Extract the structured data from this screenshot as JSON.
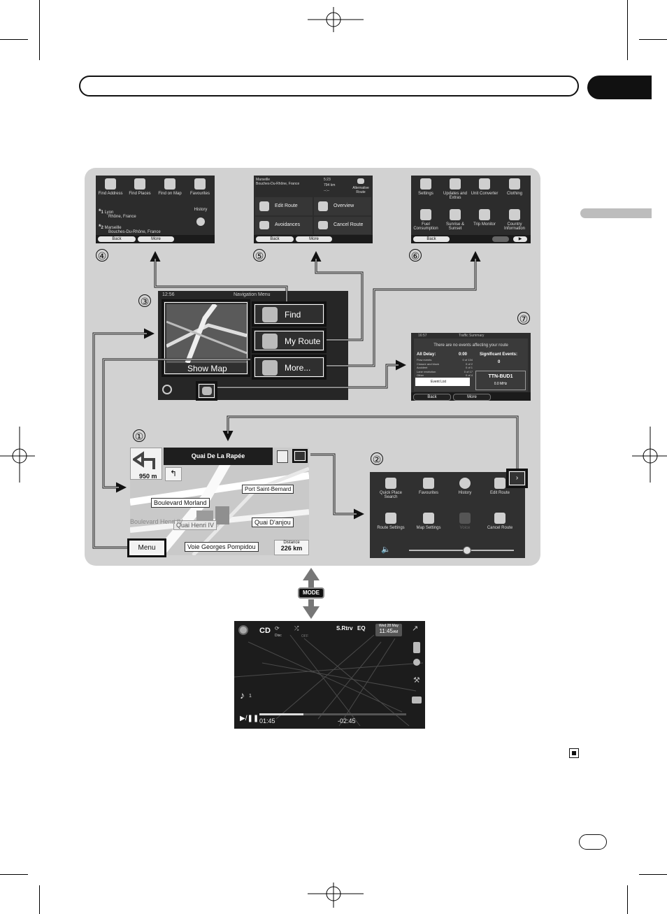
{
  "screens": {
    "find_menu": {
      "items": [
        "Find Address",
        "Find Places",
        "Find on Map",
        "Favourites"
      ],
      "history_label": "History",
      "history": [
        {
          "num": "1",
          "city": "Lyon",
          "region": "Rhône, France"
        },
        {
          "num": "2",
          "city": "Marseille",
          "region": "Bouches-Du-Rhône, France"
        }
      ],
      "back": "Back",
      "more": "More"
    },
    "my_route": {
      "location_city": "Marseille",
      "location_region": "Bouches-Du-Rhône, France",
      "stat_time": "5:23",
      "stat_distance": "794 km",
      "stat_eta": "--:--",
      "alt_label": "Alternative Route",
      "items": [
        "Edit Route",
        "Overview",
        "Avoidances",
        "Cancel Route"
      ],
      "back": "Back",
      "more": "More"
    },
    "more_menu": {
      "items": [
        "Settings",
        "Updates and Extras",
        "Unit Converter",
        "Clothing",
        "Fuel Consumption",
        "Sunrise & Sunset",
        "Trip Monitor",
        "Country Information"
      ],
      "back": "Back"
    },
    "nav_menu": {
      "time": "12:56",
      "title": "Navigation Menu",
      "show_map": "Show Map",
      "find": "Find",
      "my_route": "My Route",
      "more": "More..."
    },
    "traffic": {
      "time": "16:57",
      "title": "Traffic Summary",
      "message": "There are no events affecting your route",
      "all_delay_label": "All Delay:",
      "all_delay_value": "0:00",
      "significant_label": "Significant Events:",
      "significant_value": "0",
      "rows": [
        {
          "label": "Flow events",
          "value": "0 of 134"
        },
        {
          "label": "Closure and block",
          "value": "0 of 2"
        },
        {
          "label": "Accident",
          "value": "0 of 1"
        },
        {
          "label": "Lane restriction",
          "value": "0 of 17"
        },
        {
          "label": "Other",
          "value": "0 of 4"
        }
      ],
      "event_list": "Event List",
      "station": "TTN-BUD1",
      "freq": "0.0 MHz",
      "back": "Back",
      "more": "More"
    },
    "map": {
      "street": "Quai De La Rapée",
      "distance_to_turn": "950 m",
      "labels": [
        "Port Saint-Bernard",
        "Boulevard Morland",
        "Quai D'anjou",
        "Quai Henri IV",
        "Boulevard Henri IV",
        "Voie Georges Pompidou"
      ],
      "menu": "Menu",
      "distance_label": "Distance",
      "distance_value": "226 km"
    },
    "quick_menu": {
      "items": [
        "Quick Place Search",
        "Favourites",
        "History",
        "Edit Route",
        "Route Settings",
        "Map Settings",
        "Voice",
        "Cancel Route"
      ],
      "volume_level_pct": 55
    },
    "cd": {
      "source": "CD",
      "disc_label": "Disc",
      "random_label": "OFF",
      "srtrv": "S.Rtrv",
      "eq": "EQ",
      "date": "Wed 28 May",
      "time": "11:45",
      "ampm": "AM",
      "track": "1",
      "elapsed": "01:45",
      "remaining": "-02:45",
      "progress_pct": 30
    }
  },
  "mode_button": "MODE",
  "markers": [
    "①",
    "②",
    "③",
    "④",
    "⑤",
    "⑥",
    "⑦"
  ]
}
